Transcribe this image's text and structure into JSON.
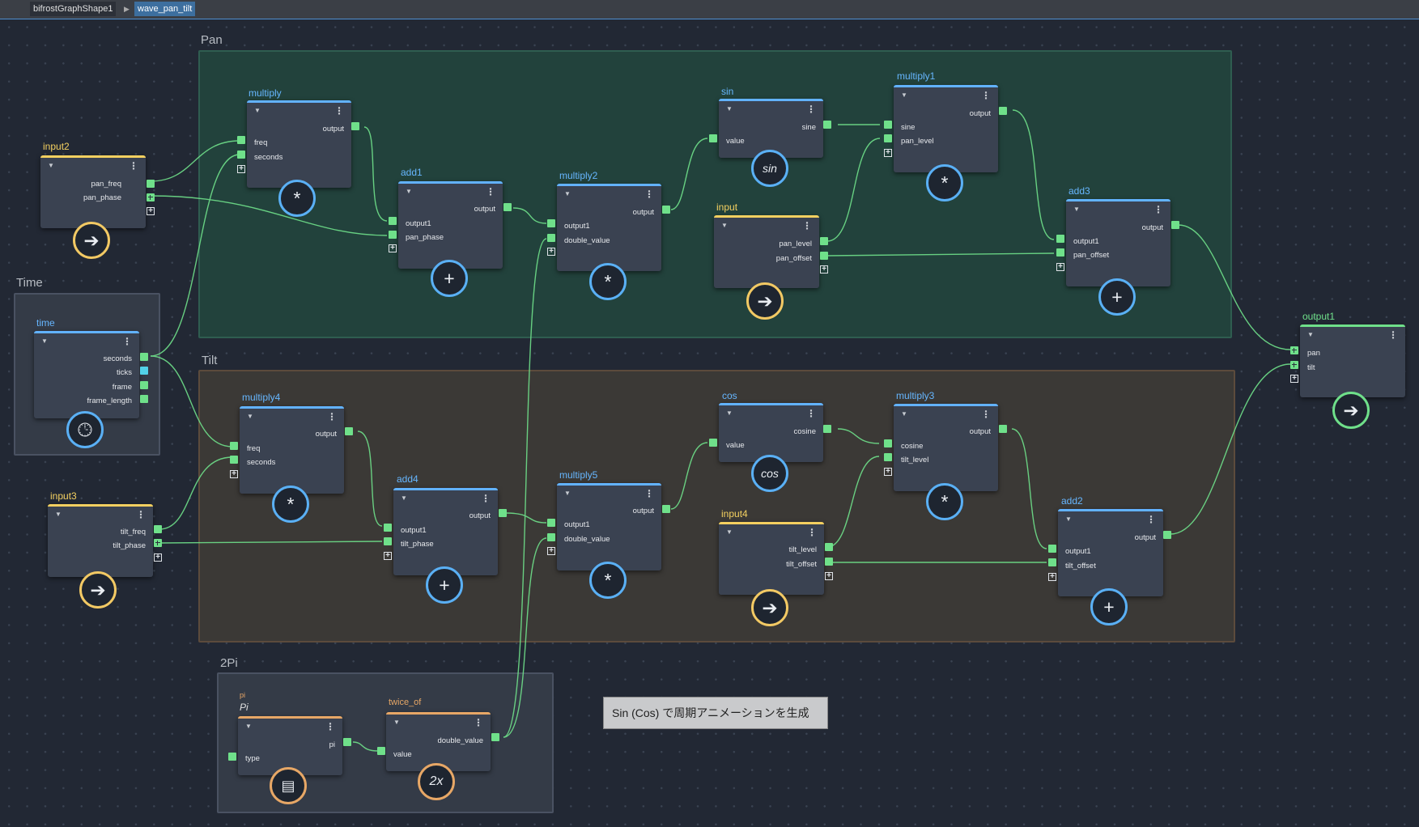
{
  "breadcrumb": {
    "root": "bifrostGraphShape1",
    "current": "wave_pan_tilt"
  },
  "backdrops": {
    "pan": "Pan",
    "tilt": "Tilt",
    "time": "Time",
    "twopi": "2Pi"
  },
  "comment": "Sin (Cos) で周期アニメーションを生成",
  "nodes": {
    "input2": {
      "title": "input2",
      "ports": [
        "pan_freq",
        "pan_phase"
      ]
    },
    "multiply": {
      "title": "multiply",
      "output": "output",
      "inputs": [
        "freq",
        "seconds"
      ]
    },
    "add1": {
      "title": "add1",
      "output": "output",
      "inputs": [
        "output1",
        "pan_phase"
      ]
    },
    "multiply2": {
      "title": "multiply2",
      "output": "output",
      "inputs": [
        "output1",
        "double_value"
      ]
    },
    "sin": {
      "title": "sin",
      "output": "sine",
      "inputs": [
        "value"
      ],
      "icon": "sin"
    },
    "input": {
      "title": "input",
      "ports": [
        "pan_level",
        "pan_offset"
      ]
    },
    "multiply1": {
      "title": "multiply1",
      "output": "output",
      "inputs": [
        "sine",
        "pan_level"
      ]
    },
    "add3": {
      "title": "add3",
      "output": "output",
      "inputs": [
        "output1",
        "pan_offset"
      ]
    },
    "time": {
      "title": "time",
      "ports": [
        "seconds",
        "ticks",
        "frame",
        "frame_length"
      ]
    },
    "multiply4": {
      "title": "multiply4",
      "output": "output",
      "inputs": [
        "freq",
        "seconds"
      ]
    },
    "add4": {
      "title": "add4",
      "output": "output",
      "inputs": [
        "output1",
        "tilt_phase"
      ]
    },
    "multiply5": {
      "title": "multiply5",
      "output": "output",
      "inputs": [
        "output1",
        "double_value"
      ]
    },
    "cos": {
      "title": "cos",
      "output": "cosine",
      "inputs": [
        "value"
      ],
      "icon": "cos"
    },
    "input4": {
      "title": "input4",
      "ports": [
        "tilt_level",
        "tilt_offset"
      ]
    },
    "multiply3": {
      "title": "multiply3",
      "output": "output",
      "inputs": [
        "cosine",
        "tilt_level"
      ]
    },
    "add2": {
      "title": "add2",
      "output": "output",
      "inputs": [
        "output1",
        "tilt_offset"
      ]
    },
    "input3": {
      "title": "input3",
      "ports": [
        "tilt_freq",
        "tilt_phase"
      ]
    },
    "output1": {
      "title": "output1",
      "inputs": [
        "pan",
        "tilt"
      ]
    },
    "pi": {
      "title": "pi",
      "subtitle": "Pi",
      "output": "pi",
      "inputs": [
        "type"
      ]
    },
    "twice_of": {
      "title": "twice_of",
      "output": "double_value",
      "inputs": [
        "value"
      ],
      "icon": "2x"
    }
  },
  "colors": {
    "wire": "#6fe08a",
    "compute_node": "#62b2ff",
    "io_node": "#f4d060",
    "output_node": "#6fe08a",
    "value_node": "#e7a766"
  }
}
